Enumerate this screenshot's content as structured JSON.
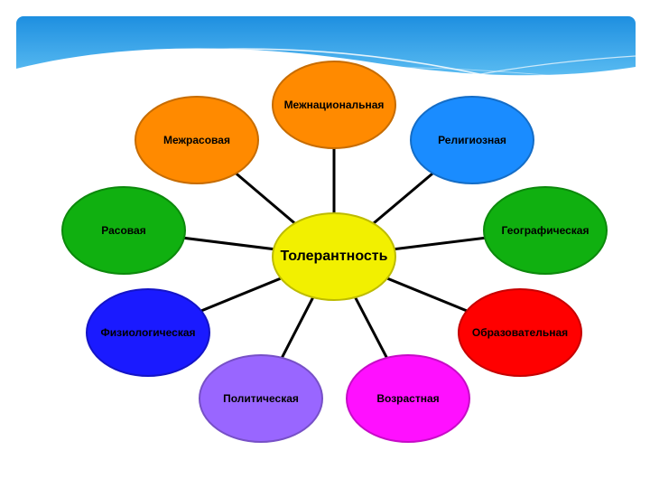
{
  "diagram": {
    "center": {
      "label": "Толерантность",
      "color": "#f2f000"
    },
    "nodes": [
      {
        "id": "mezhnacionalnaya",
        "label": "Межнациональная",
        "color": "#ff8a00"
      },
      {
        "id": "religioznaya",
        "label": "Религиозная",
        "color": "#1a8cff"
      },
      {
        "id": "geograficheskaya",
        "label": "Географическая",
        "color": "#10b010"
      },
      {
        "id": "obrazovatelnaya",
        "label": "Образовательная",
        "color": "#ff0000"
      },
      {
        "id": "vozrastnaya",
        "label": "Возрастная",
        "color": "#ff10ff"
      },
      {
        "id": "politicheskaya",
        "label": "Политическая",
        "color": "#9966ff"
      },
      {
        "id": "fiziologicheskaya",
        "label": "Физиологическая",
        "color": "#1a1aff"
      },
      {
        "id": "rasovaya",
        "label": "Расовая",
        "color": "#10b010"
      },
      {
        "id": "mezhrasovaya",
        "label": "Межрасовая",
        "color": "#ff8a00"
      }
    ]
  }
}
